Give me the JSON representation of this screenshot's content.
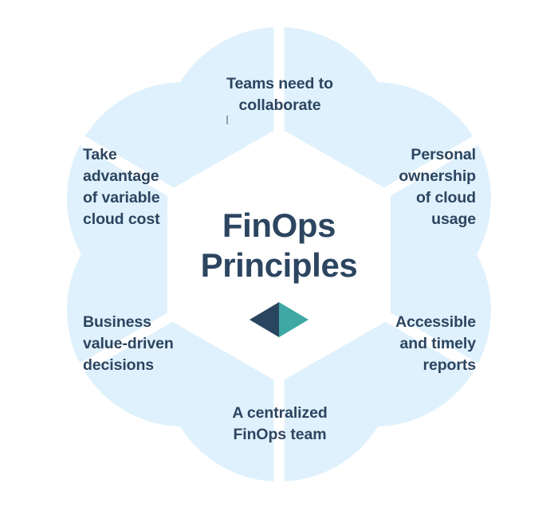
{
  "diagram": {
    "title": "FinOps Principles",
    "center": {
      "line1": "FinOps",
      "line2": "Principles",
      "text": "FinOps\nPrinciples",
      "logo_name": "finops-diamond-logo"
    },
    "colors": {
      "petal_fill": "#dff1fc",
      "text_navy": "#2c4560",
      "logo_dark": "#2a4560",
      "logo_teal": "#3ea8a4",
      "background": "#ffffff",
      "gap": "#ffffff"
    },
    "petals": [
      {
        "id": "teams-need-to-collaborate",
        "position": "top",
        "align": "center",
        "text": "Teams need to\ncollaborate",
        "lines": [
          "Teams need to",
          "collaborate"
        ]
      },
      {
        "id": "personal-ownership-of-cloud-usage",
        "position": "top-right",
        "align": "right",
        "text": "Personal\nownership\nof cloud\nusage",
        "lines": [
          "Personal",
          "ownership",
          "of cloud",
          "usage"
        ]
      },
      {
        "id": "accessible-and-timely-reports",
        "position": "bottom-right",
        "align": "right",
        "text": "Accessible\nand timely\nreports",
        "lines": [
          "Accessible",
          "and timely",
          "reports"
        ]
      },
      {
        "id": "a-centralized-finops-team",
        "position": "bottom",
        "align": "center",
        "text": "A centralized\nFinOps team",
        "lines": [
          "A centralized",
          "FinOps team"
        ]
      },
      {
        "id": "business-value-driven-decisions",
        "position": "bottom-left",
        "align": "left",
        "text": "Business\nvalue-driven\ndecisions",
        "lines": [
          "Business",
          "value-driven",
          "decisions"
        ]
      },
      {
        "id": "take-advantage-of-variable-cloud-cost",
        "position": "top-left",
        "align": "left",
        "text": "Take\nadvantage\nof variable\ncloud cost",
        "lines": [
          "Take",
          "advantage",
          "of variable",
          "cloud cost"
        ]
      }
    ]
  }
}
